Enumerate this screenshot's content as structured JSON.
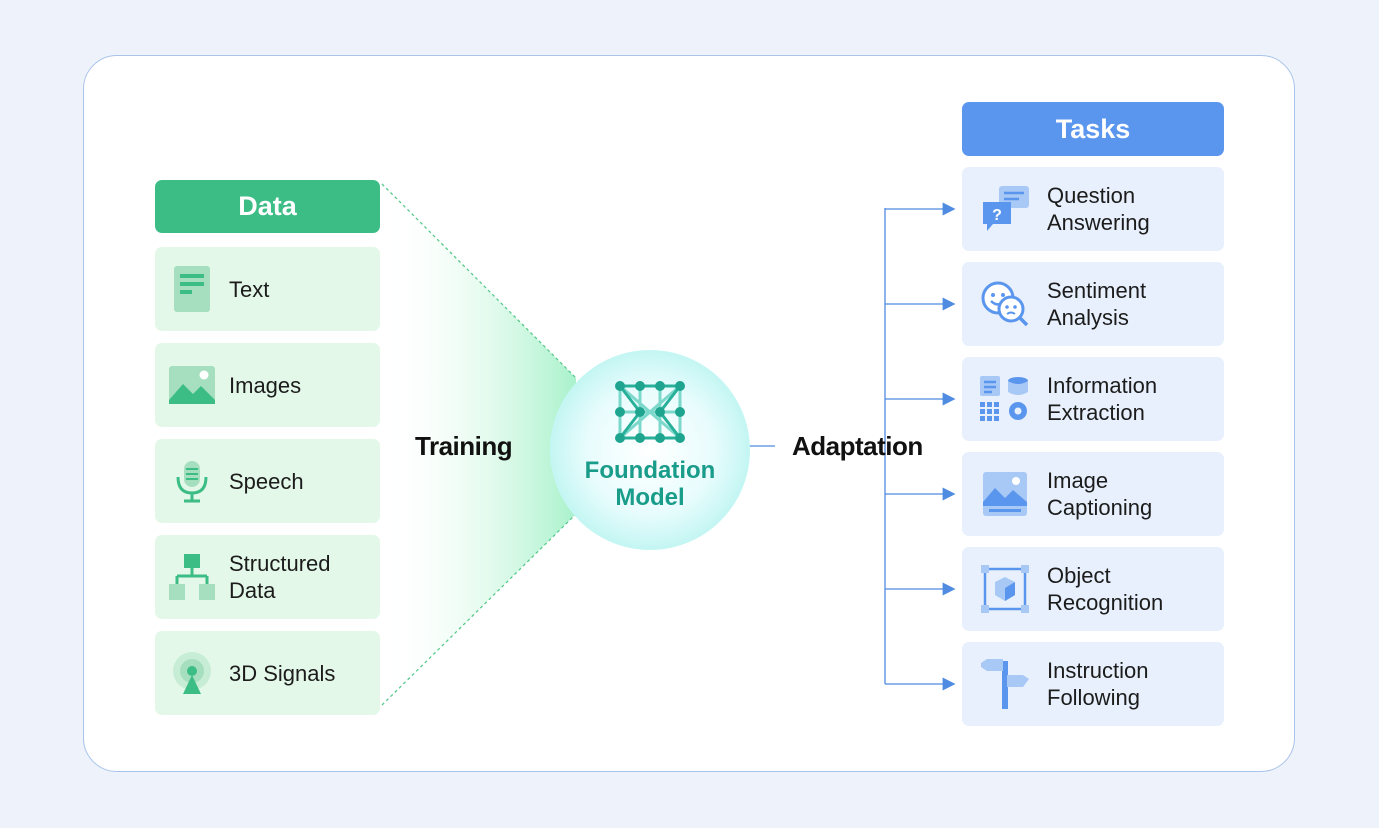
{
  "data_panel": {
    "title": "Data",
    "items": [
      {
        "label": "Text",
        "icon": "document-icon"
      },
      {
        "label": "Images",
        "icon": "image-icon"
      },
      {
        "label": "Speech",
        "icon": "microphone-icon"
      },
      {
        "label": "Structured Data",
        "icon": "hierarchy-icon"
      },
      {
        "label": "3D Signals",
        "icon": "signal-icon"
      }
    ]
  },
  "training_label": "Training",
  "center": {
    "title_line1": "Foundation",
    "title_line2": "Model",
    "icon": "neural-network-icon"
  },
  "adaptation_label": "Adaptation",
  "tasks_panel": {
    "title": "Tasks",
    "items": [
      {
        "label": "Question Answering",
        "icon": "question-chat-icon"
      },
      {
        "label": "Sentiment Analysis",
        "icon": "sentiment-icon"
      },
      {
        "label": "Information Extraction",
        "icon": "extraction-icon"
      },
      {
        "label": "Image Captioning",
        "icon": "caption-image-icon"
      },
      {
        "label": "Object Recognition",
        "icon": "object-box-icon"
      },
      {
        "label": "Instruction Following",
        "icon": "signpost-icon"
      }
    ]
  },
  "colors": {
    "data_accent": "#3dbd86",
    "data_bg": "#e3f8e8",
    "task_accent": "#5b96ee",
    "task_bg": "#e7f0fc",
    "foundation_text": "#1a9c8a"
  }
}
